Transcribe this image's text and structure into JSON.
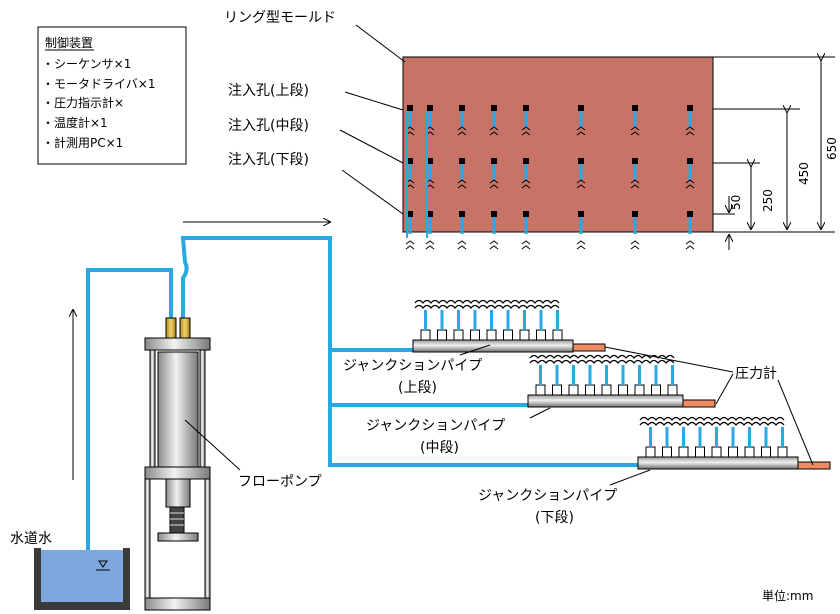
{
  "control_box": {
    "title": "制御装置",
    "items": [
      "・シーケンサ×1",
      "・モータドライバ×1",
      "・圧力指示計×",
      "・温度計×1",
      "・計測用PC×1"
    ]
  },
  "mold": {
    "label": "リング型モールド",
    "color": "#c87368"
  },
  "injection_holes": {
    "upper": "注入孔(上段)",
    "middle": "注入孔(中段)",
    "lower": "注入孔(下段)"
  },
  "dimensions": [
    "50",
    "250",
    "450",
    "650"
  ],
  "pump_label": "フローポンプ",
  "water_label": "水道水",
  "junctions": [
    {
      "name": "ジャンクションパイプ",
      "level": "(上段)"
    },
    {
      "name": "ジャンクションパイプ",
      "level": "(中段)"
    },
    {
      "name": "ジャンクションパイプ",
      "level": "(下段)"
    }
  ],
  "pressure_gauge_label": "圧力計",
  "unit_label": "単位:mm",
  "colors": {
    "pipe": "#29a9e1",
    "gauge": "#f08a60",
    "water": "#7ea7e0"
  }
}
